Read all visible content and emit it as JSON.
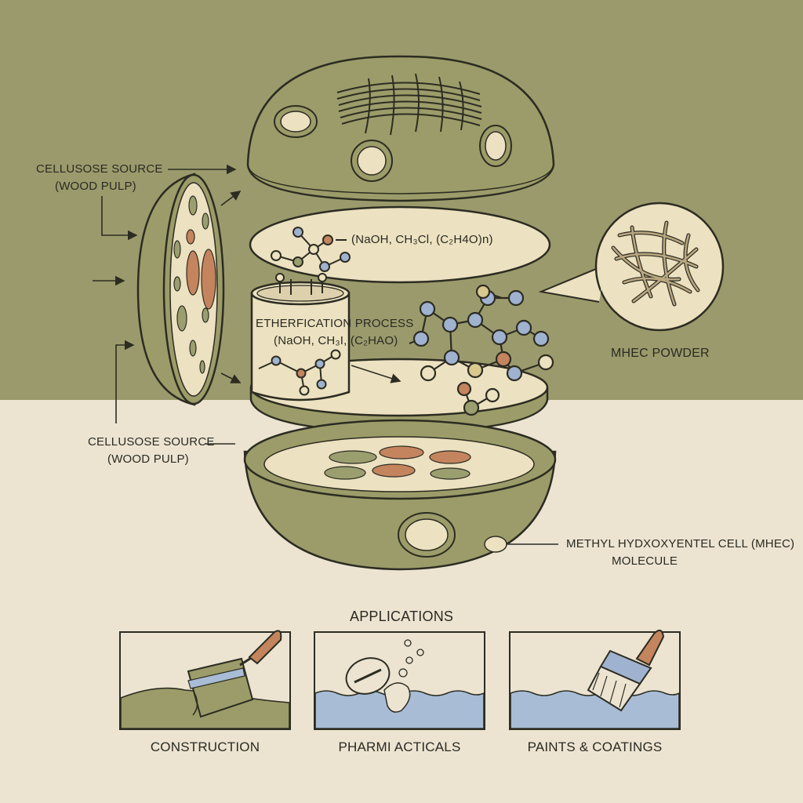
{
  "labels": {
    "source_top_line1": "CELLUSOSE SOURCE",
    "source_top_line2": "(WOOD PULP)",
    "source_bottom_line1": "CELLUSOSE SOURCE",
    "source_bottom_line2": "(WOOD PULP)",
    "reagents_upper": "(NaOH, CH₃Cl, (C₂H4O)n)",
    "process_line1": "ETHERFICATION PROCESS",
    "process_line2": "(NaOH, CH₃I, (C₂HAO)",
    "powder": "MHEC POWDER",
    "molecule_line1": "METHYL HYDXOXYENTEL CELL (MHEC)",
    "molecule_line2": "MOLECULE"
  },
  "applications": {
    "title": "APPLICATIONS",
    "items": [
      {
        "label": "CONSTRUCTION",
        "icon": "trowel-icon"
      },
      {
        "label": "PHARMI ACTICALS",
        "icon": "tablet-icon"
      },
      {
        "label": "PAINTS & COATINGS",
        "icon": "paintbrush-icon"
      }
    ]
  },
  "colors": {
    "background_top": "#9b9a6c",
    "background_bottom": "#ece4d1",
    "shell": "#9c9c6a",
    "shell_inner": "#ece1c0",
    "outline": "#2c2c22",
    "orange": "#c4845e",
    "green": "#9b9f70",
    "blue_node": "#9fb2cf",
    "water": "#a8bcd6"
  }
}
